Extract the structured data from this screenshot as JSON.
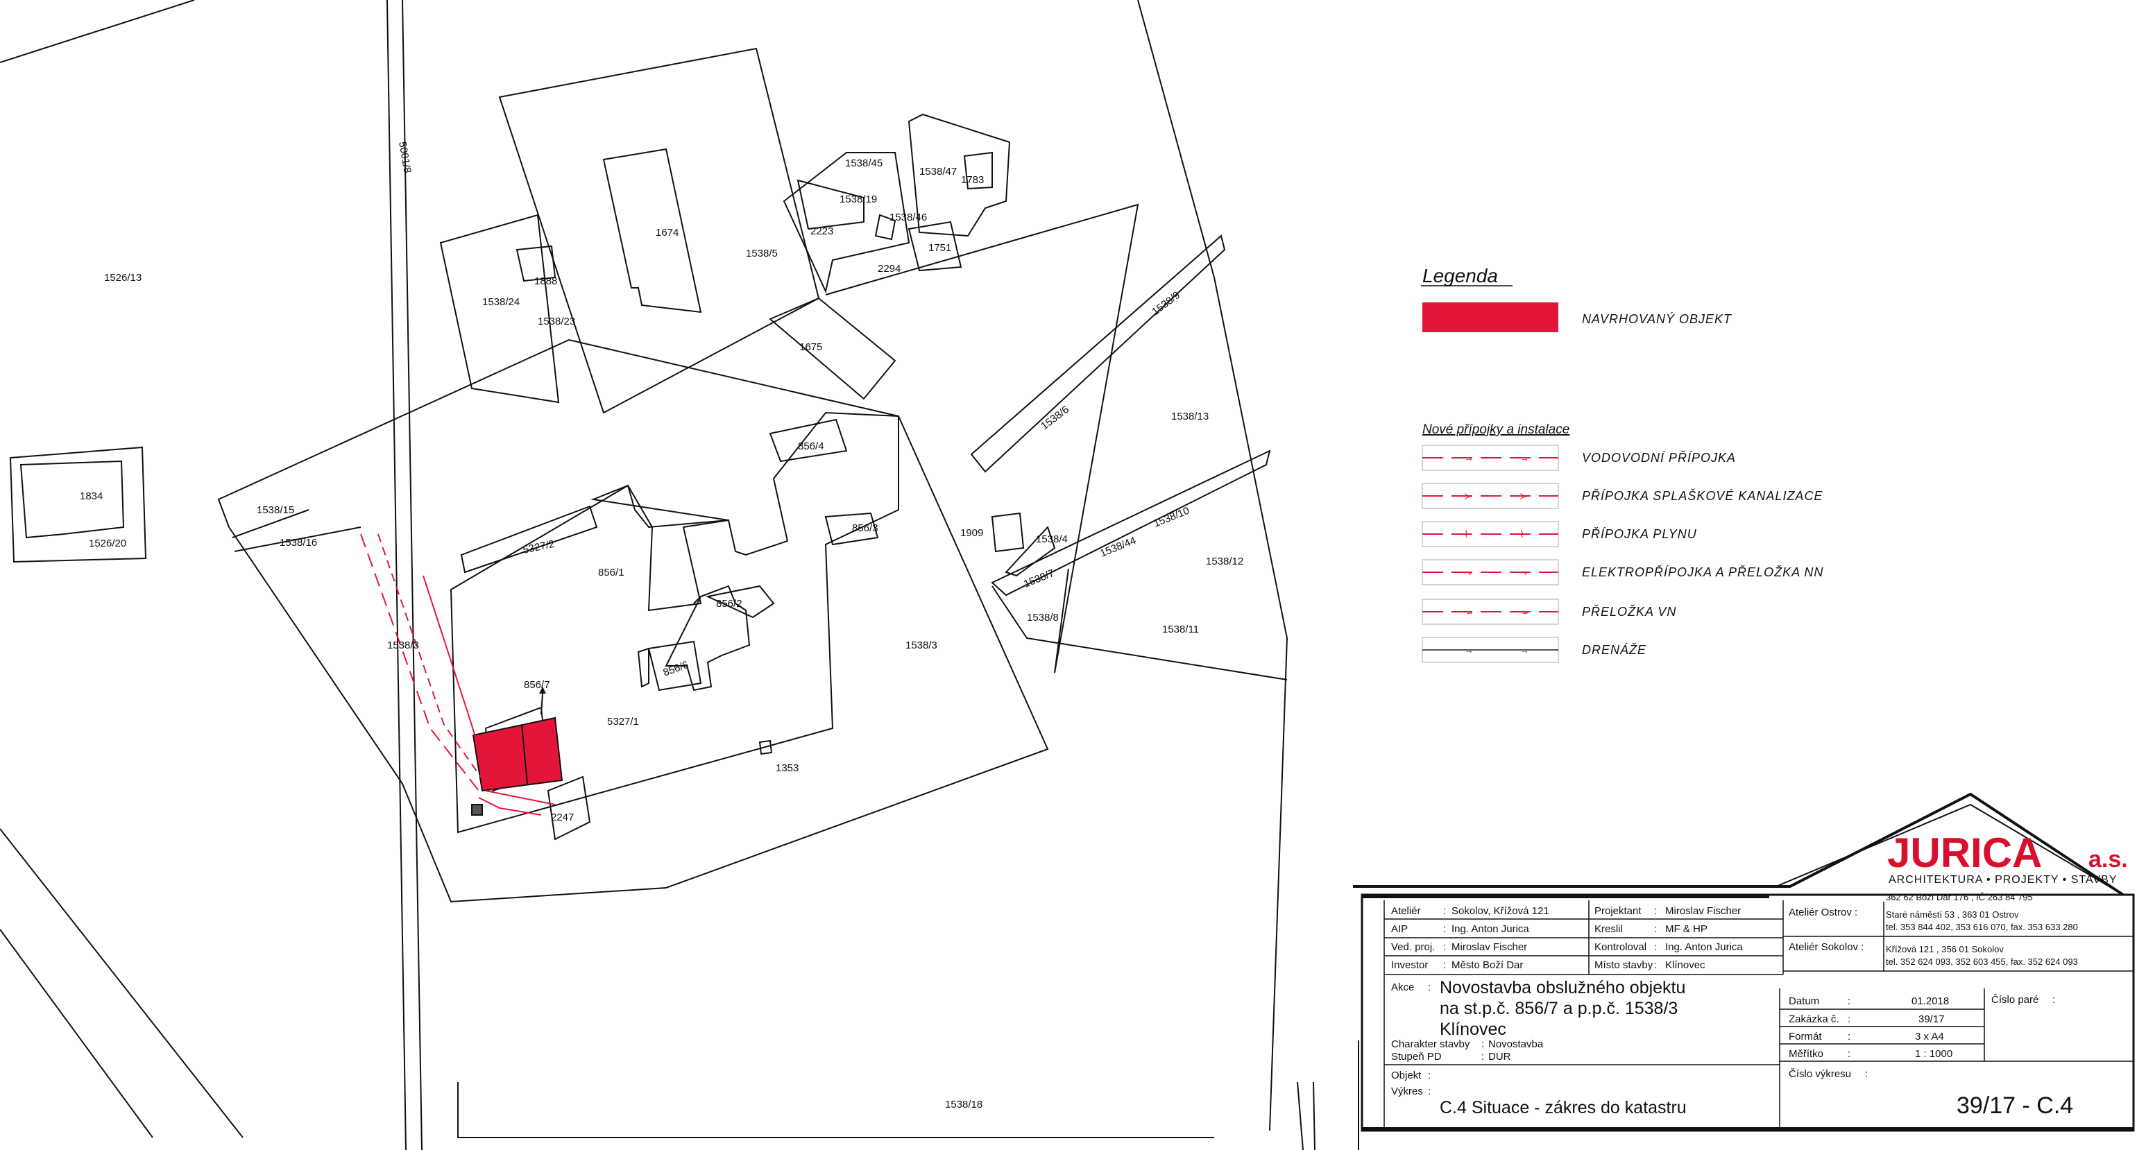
{
  "map": {
    "parcel_labels": [
      "1526/13",
      "5001/8",
      "1674",
      "1538/5",
      "1538/24",
      "1888",
      "1538/23",
      "1538/45",
      "1538/19",
      "1538/47",
      "1783",
      "2223",
      "1538/46",
      "1751",
      "2294",
      "1675",
      "1538/9",
      "1538/6",
      "1538/13",
      "856/4",
      "1834",
      "1526/20",
      "1538/15",
      "1538/16",
      "5327/2",
      "856/1",
      "856/3",
      "1909",
      "1538/4",
      "1538/44",
      "1538/10",
      "1538/12",
      "1538/7",
      "1538/8",
      "1538/11",
      "856/2",
      "856/6",
      "856/7",
      "5327/1",
      "1538/3",
      "1538/3",
      "1353",
      "2247",
      "1538/18"
    ]
  },
  "legend": {
    "title": "Legenda",
    "proposed": "NAVRHOVANÝ OBJEKT",
    "subtitle": "Nové přípojky a instalace",
    "items": [
      "VODOVODNÍ PŘÍPOJKA",
      "PŘÍPOJKA SPLAŠKOVÉ KANALIZACE",
      "PŘÍPOJKA PLYNU",
      "ELEKTROPŘÍPOJKA A PŘELOŽKA NN",
      "PŘELOŽKA VN",
      "DRENÁŽE"
    ],
    "accent_color": "#e3153a"
  },
  "title_block": {
    "brand": {
      "name": "JURICA",
      "suffix": "a.s.",
      "tagline": "ARCHITEKTURA • PROJEKTY • STAVBY",
      "address": "362 62 Boží Dar 176 , IČ 263 84 795",
      "color": "#d8102e"
    },
    "ateliers": [
      {
        "label": "Ateliér Ostrov :",
        "line1": "Staré náměstí 53 , 363 01 Ostrov",
        "line2": "tel. 353 844 402, 353 616 070, fax. 353 633 280"
      },
      {
        "label": "Ateliér Sokolov :",
        "line1": "Křížová 121 , 356 01 Sokolov",
        "line2": "tel. 352 624 093, 352 603 455, fax. 352 624 093"
      }
    ],
    "left_rows": [
      {
        "k": "Ateliér",
        "v": "Sokolov, Křížová 121"
      },
      {
        "k": "AIP",
        "v": "Ing. Anton Jurica"
      },
      {
        "k": "Ved. proj.",
        "v": "Miroslav Fischer"
      },
      {
        "k": "Investor",
        "v": "Město Boží Dar"
      }
    ],
    "mid_rows": [
      {
        "k": "Projektant",
        "v": "Miroslav Fischer"
      },
      {
        "k": "Kreslil",
        "v": "MF & HP"
      },
      {
        "k": "Kontroloval",
        "v": "Ing. Anton Jurica"
      },
      {
        "k": "Místo stavby",
        "v": "Klínovec"
      }
    ],
    "akce_label": "Akce",
    "akce_lines": [
      "Novostavba obslužného objektu",
      "na st.p.č. 856/7 a p.p.č. 1538/3",
      "Klínovec"
    ],
    "charakter_label": "Charakter stavby",
    "charakter": "Novostavba",
    "stupen_label": "Stupeň PD",
    "stupen": "DUR",
    "objekt_label": "Objekt",
    "vykres_label": "Výkres",
    "vykres": "C.4 Situace - zákres do katastru",
    "datum_label": "Datum",
    "datum": "01.2018",
    "zakazka_label": "Zakázka č.",
    "zakazka": "39/17",
    "format_label": "Formát",
    "format": "3 x A4",
    "meritko_label": "Měřítko",
    "meritko": "1 : 1000",
    "cislo_pare_label": "Číslo paré",
    "cislo_vykresu_label": "Číslo výkresu",
    "cislo_vykresu": "39/17 - C.4"
  }
}
